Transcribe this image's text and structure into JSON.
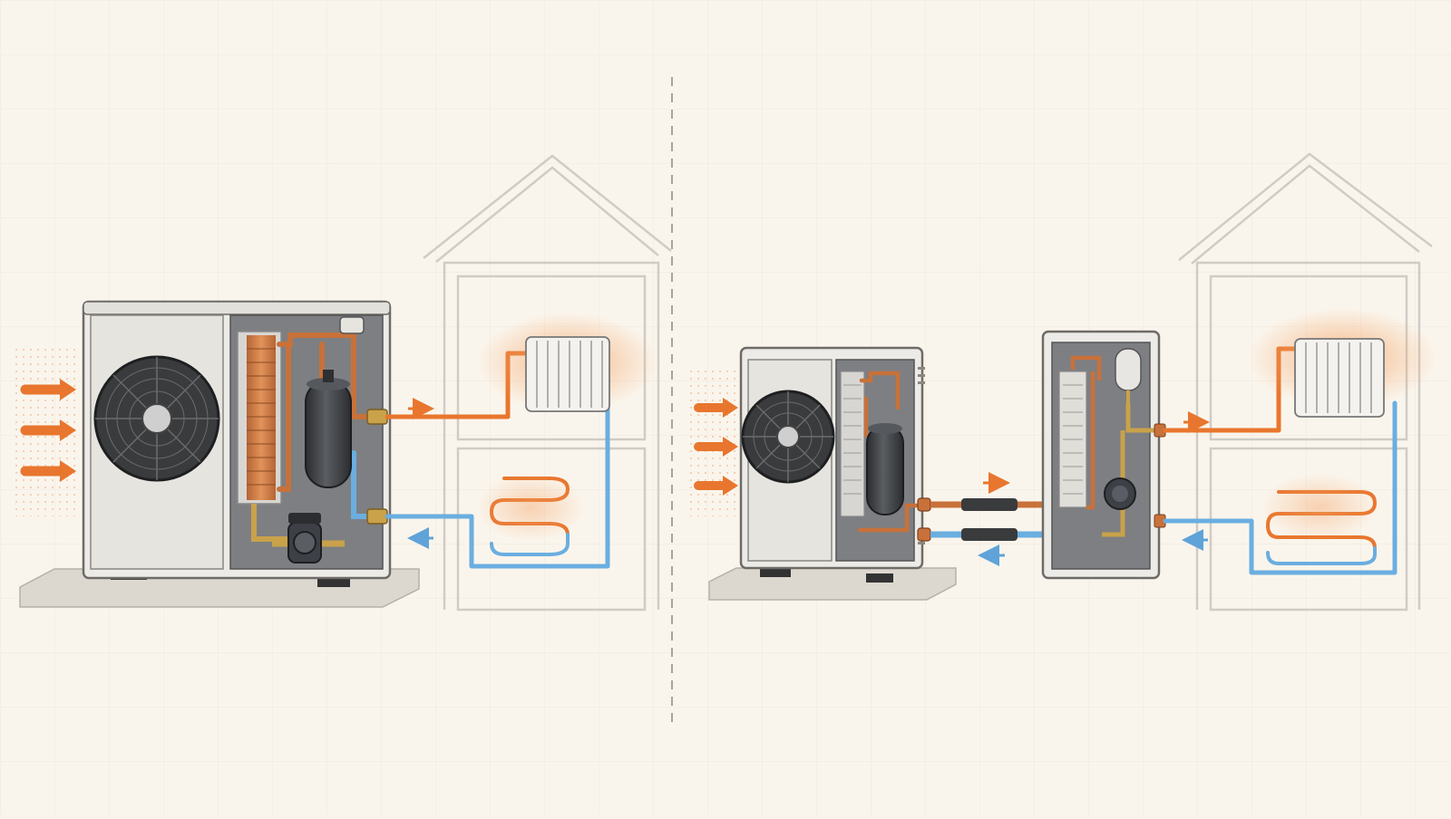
{
  "layout": "two-panel-comparison",
  "colors": {
    "background": "#faf5ec",
    "hot_flow": "#e8762e",
    "cold_flow": "#6aaee0",
    "copper": "#c8713a",
    "unit_casing": "#eceae6",
    "compressor": "#3d3f42",
    "brass_fitting": "#c9a24a",
    "house_outline": "#c9c6c0"
  },
  "panels": [
    {
      "id": "monobloc",
      "components": [
        "fan-icon",
        "heat-exchanger-coil",
        "compressor",
        "circulation-pump",
        "expansion-vessel",
        "radiator",
        "underfloor-heating-loop",
        "house-outline"
      ],
      "flows": [
        {
          "kind": "heated-water",
          "direction": "to-house"
        },
        {
          "kind": "return-water",
          "direction": "to-unit"
        }
      ]
    },
    {
      "id": "split",
      "components": [
        "fan-icon",
        "heat-exchanger-coil",
        "compressor",
        "refrigerant-line-set",
        "indoor-hydro-box",
        "plate-heat-exchanger",
        "circulation-pump",
        "expansion-vessel",
        "radiator",
        "underfloor-heating-loop",
        "house-outline"
      ],
      "flows": [
        {
          "kind": "heated-refrigerant",
          "direction": "to-indoor-unit"
        },
        {
          "kind": "return-refrigerant",
          "direction": "to-outdoor-unit"
        },
        {
          "kind": "heated-water",
          "direction": "to-house"
        },
        {
          "kind": "return-water",
          "direction": "to-unit"
        }
      ]
    }
  ]
}
